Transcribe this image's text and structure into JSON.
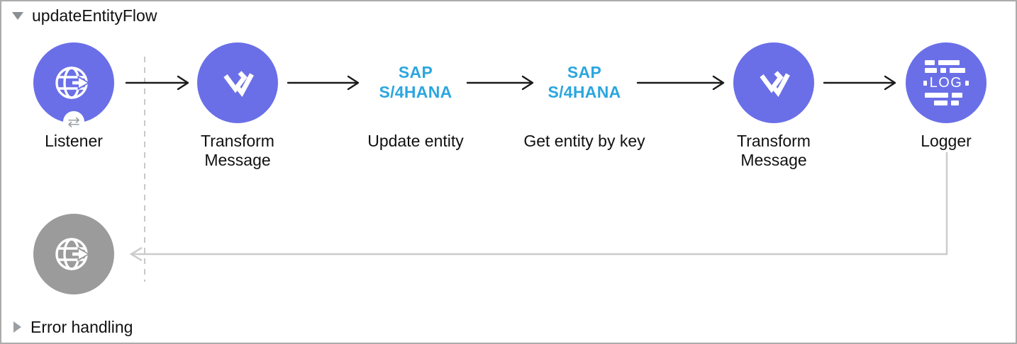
{
  "flow": {
    "title": "updateEntityFlow",
    "nodes": [
      {
        "id": "listener",
        "label": "Listener",
        "badge_glyph": "⇄"
      },
      {
        "id": "transform-message-1",
        "label": "Transform Message"
      },
      {
        "id": "sap-update-entity",
        "label": "Update entity",
        "connector_line1": "SAP",
        "connector_line2": "S/4HANA"
      },
      {
        "id": "sap-get-entity-by-key",
        "label": "Get entity by key",
        "connector_line1": "SAP",
        "connector_line2": "S/4HANA"
      },
      {
        "id": "transform-message-2",
        "label": "Transform Message"
      },
      {
        "id": "logger",
        "label": "Logger",
        "icon_text": "LOG"
      }
    ]
  },
  "error_handling": {
    "label": "Error handling"
  },
  "colors": {
    "node_accent_purple": "#6A6FE8",
    "sap_blue": "#2CA6DF",
    "disabled_node_gray": "#9B9B9B",
    "return_line_gray": "#CCCCCC",
    "scope_dashed_gray": "#C9C9C9",
    "canvas_border_gray": "#ABABAB"
  },
  "icons": {
    "flow_collapse": "triangle-down-icon",
    "error_expand": "triangle-right-icon",
    "listener": "globe-arrow-icon",
    "listener_badge": "two-way-arrows-icon",
    "transform": "dataweave-checks-icon",
    "logger": "log-lines-icon"
  }
}
